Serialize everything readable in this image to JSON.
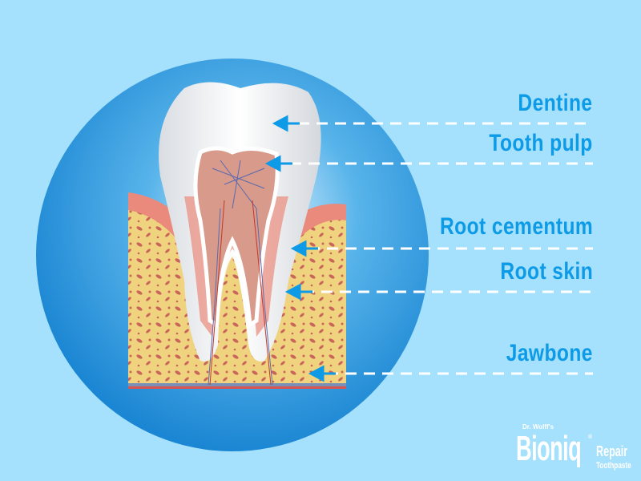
{
  "labels": [
    {
      "text": "Dentine"
    },
    {
      "text": "Tooth pulp"
    },
    {
      "text": "Root cementum"
    },
    {
      "text": "Root skin"
    },
    {
      "text": "Jawbone"
    }
  ],
  "logo": {
    "prefix": "Dr. Wolff's",
    "brand": "Bioniq",
    "reg": "®",
    "line1": "Repair",
    "line2": "Toothpaste"
  },
  "colors": {
    "background": "#a5e1fd",
    "circle": "#1f8fd8",
    "label": "#0d9ae6",
    "arrow": "#0d9ae6",
    "gum": "#e98a7c",
    "bone": "#f0d37e"
  }
}
